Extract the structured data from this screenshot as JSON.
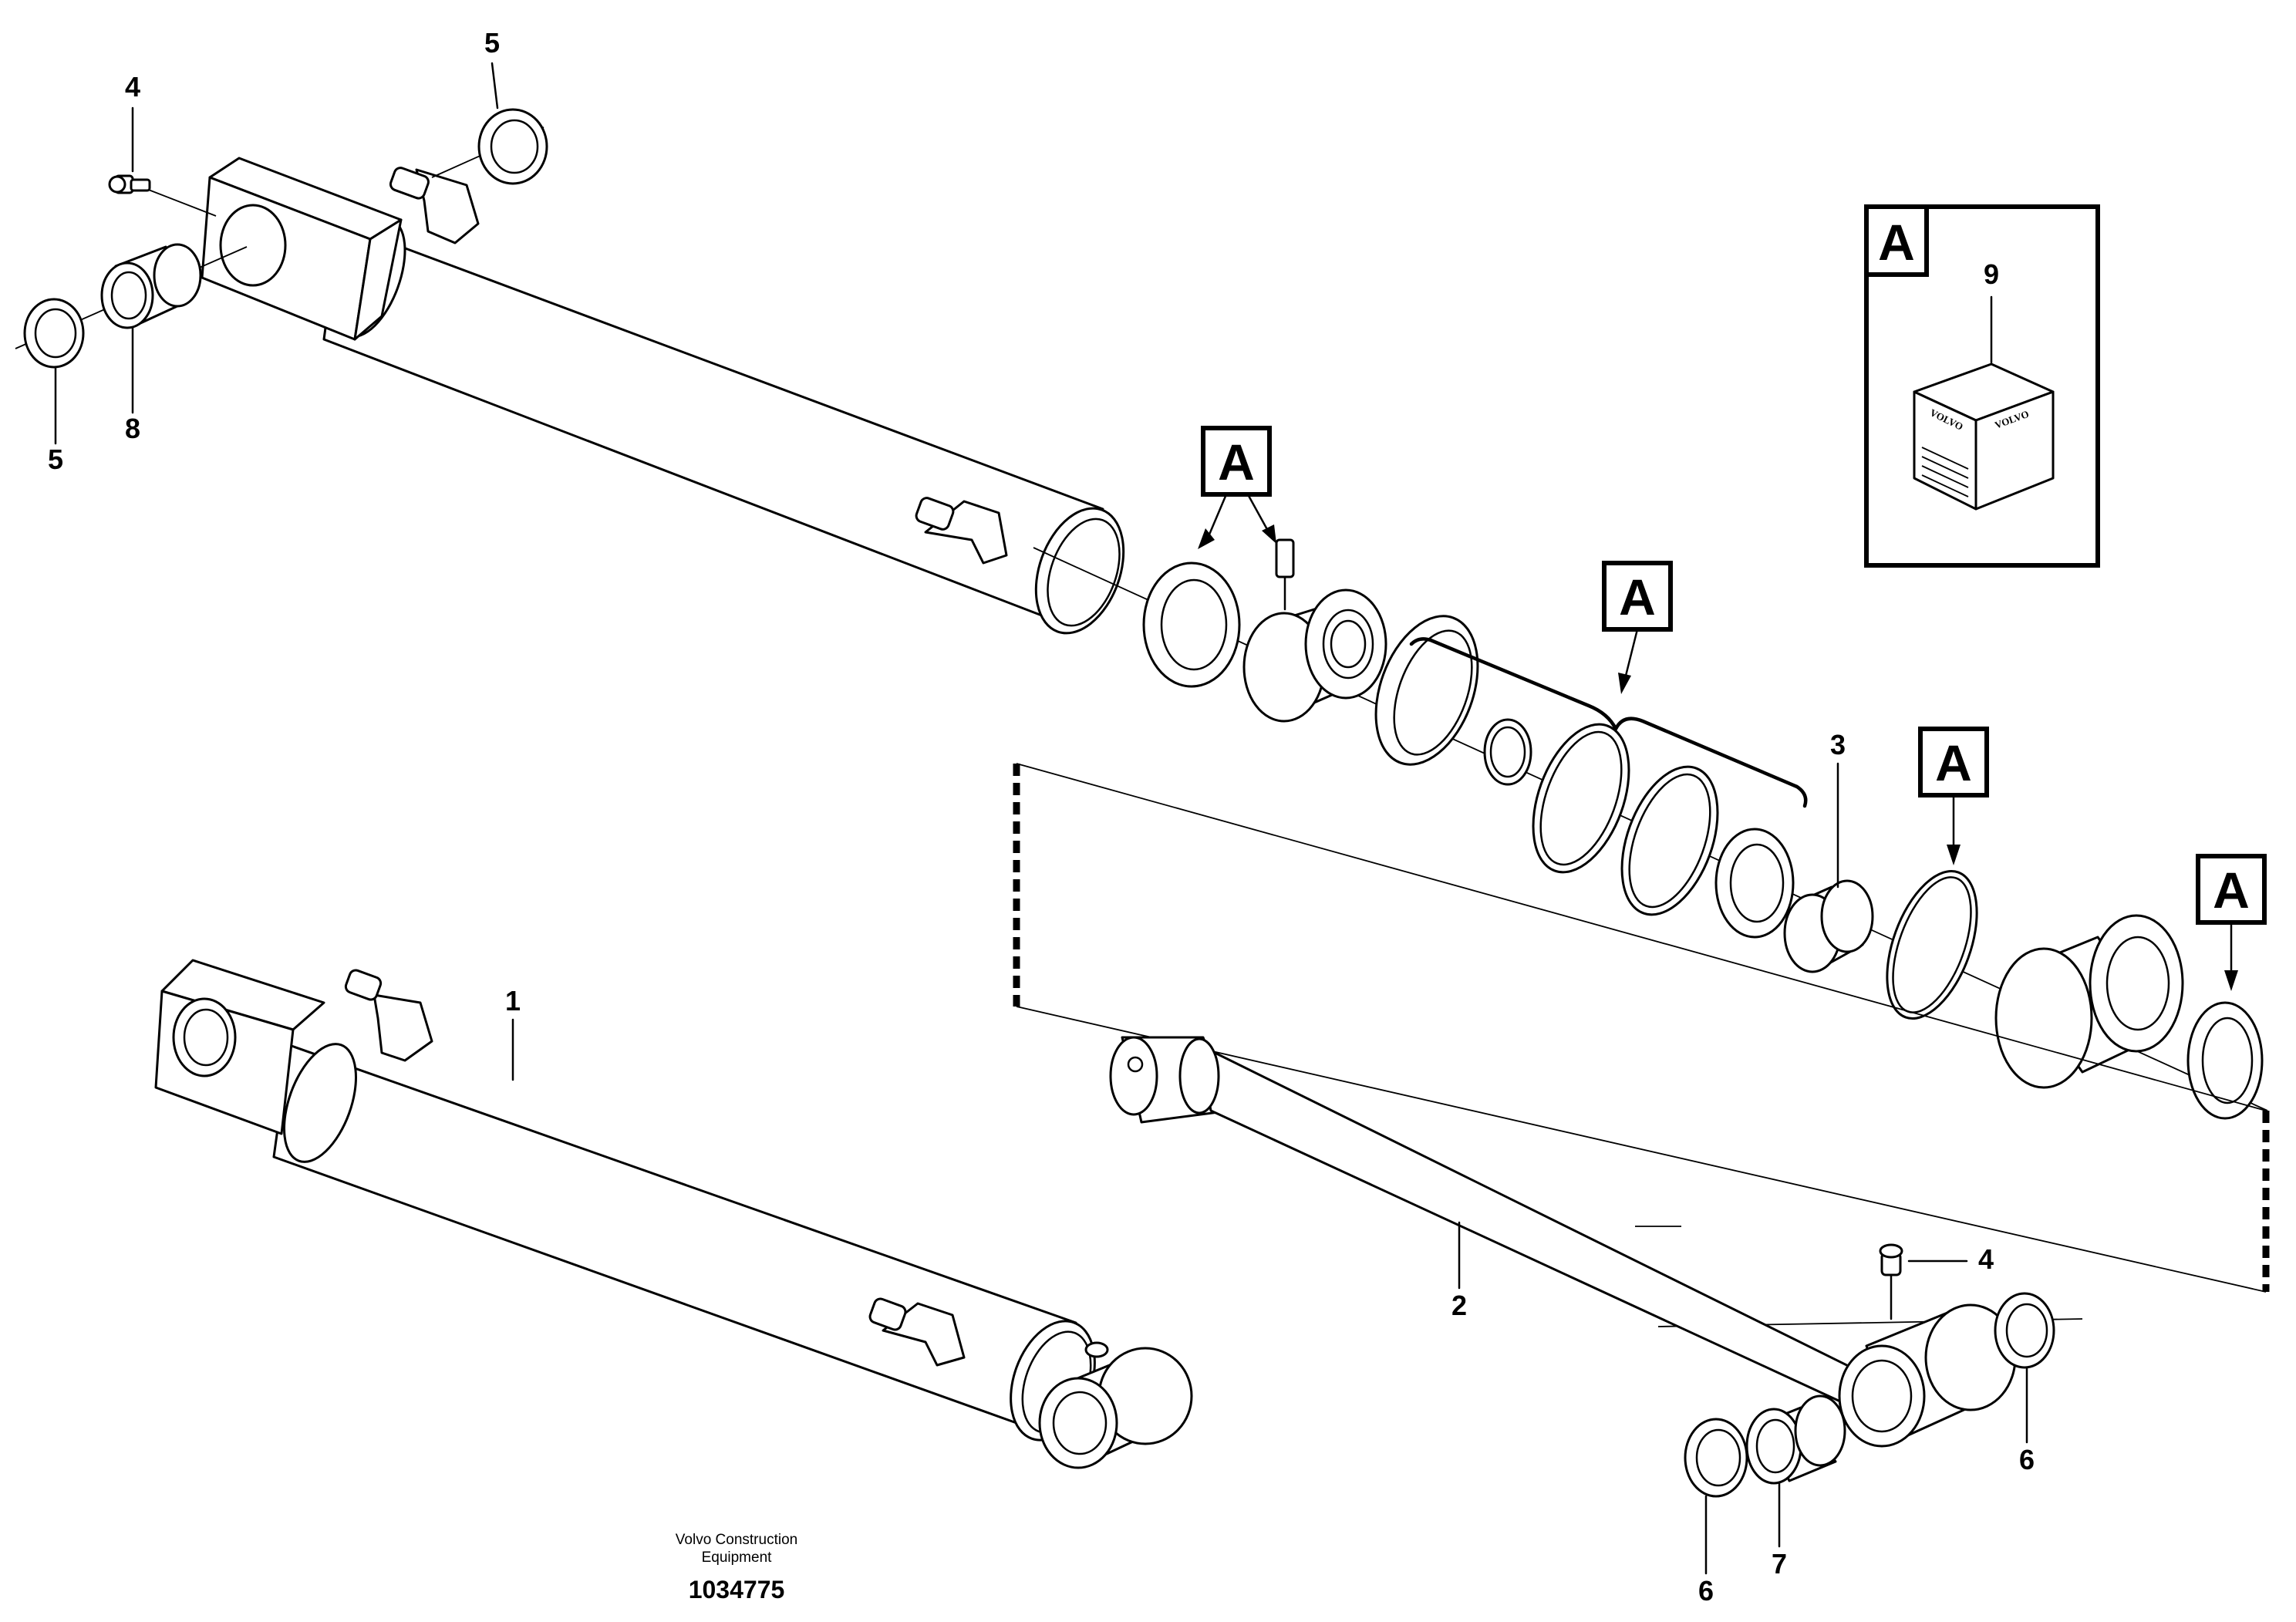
{
  "callouts": [
    {
      "id": "c1",
      "text": "1"
    },
    {
      "id": "c2",
      "text": "2"
    },
    {
      "id": "c3",
      "text": "3"
    },
    {
      "id": "c4a",
      "text": "4"
    },
    {
      "id": "c4b",
      "text": "4"
    },
    {
      "id": "c5a",
      "text": "5"
    },
    {
      "id": "c5b",
      "text": "5"
    },
    {
      "id": "c6a",
      "text": "6"
    },
    {
      "id": "c6b",
      "text": "6"
    },
    {
      "id": "c7",
      "text": "7"
    },
    {
      "id": "c8",
      "text": "8"
    },
    {
      "id": "c9",
      "text": "9"
    }
  ],
  "kit_marker": "A",
  "legend": {
    "letter": "A",
    "item": "9"
  },
  "cube_brand": "VOLVO",
  "footer": {
    "company_line1": "Volvo Construction",
    "company_line2": "Equipment",
    "document_number": "1034775"
  }
}
